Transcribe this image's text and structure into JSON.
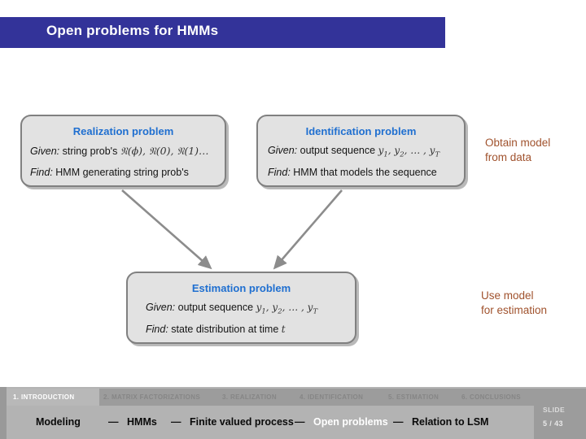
{
  "slide": {
    "title": "Open problems for HMMs",
    "title_bar_color": "#333399"
  },
  "boxes": [
    {
      "id": "realization",
      "title": "Realization problem",
      "given_label": "Given:",
      "given_text": "string prob's",
      "given_math": "P(φ), P(0), P(1)…",
      "find_label": "Find:",
      "find_text": "HMM generating string prob's"
    },
    {
      "id": "identification",
      "title": "Identification problem",
      "given_label": "Given:",
      "given_text": "output sequence",
      "given_math": "y1, y2, … , yT",
      "find_label": "Find:",
      "find_text": "HMM that models the sequence"
    },
    {
      "id": "estimation",
      "title": "Estimation problem",
      "given_label": "Given:",
      "given_text": "output sequence",
      "given_math": "y1, y2, … , yT",
      "find_label": "Find:",
      "find_text": "state distribution at time",
      "find_math": "t"
    }
  ],
  "annotations": {
    "obtain": {
      "line1": "Obtain model",
      "line2": "from data",
      "color": "#a0522d"
    },
    "use": {
      "line1": "Use model",
      "line2": "for estimation",
      "color": "#a0522d"
    }
  },
  "footer": {
    "sections": [
      {
        "label": "1. INTRODUCTION",
        "active": true
      },
      {
        "label": "2. MATRIX FACTORIZATIONS",
        "active": false
      },
      {
        "label": "3. REALIZATION",
        "active": false
      },
      {
        "label": "4. IDENTIFICATION",
        "active": false
      },
      {
        "label": "5. ESTIMATION",
        "active": false
      },
      {
        "label": "6. CONCLUSIONS",
        "active": false
      }
    ],
    "subnav": [
      {
        "label": "Modeling",
        "active": false
      },
      {
        "label": "HMMs",
        "active": false
      },
      {
        "label": "Finite valued process",
        "active": false
      },
      {
        "label": "Open problems",
        "active": true
      },
      {
        "label": "Relation to LSM",
        "active": false
      }
    ],
    "subnav_separator": "—",
    "slide_label": "SLIDE",
    "slide_number": "5 / 43"
  }
}
